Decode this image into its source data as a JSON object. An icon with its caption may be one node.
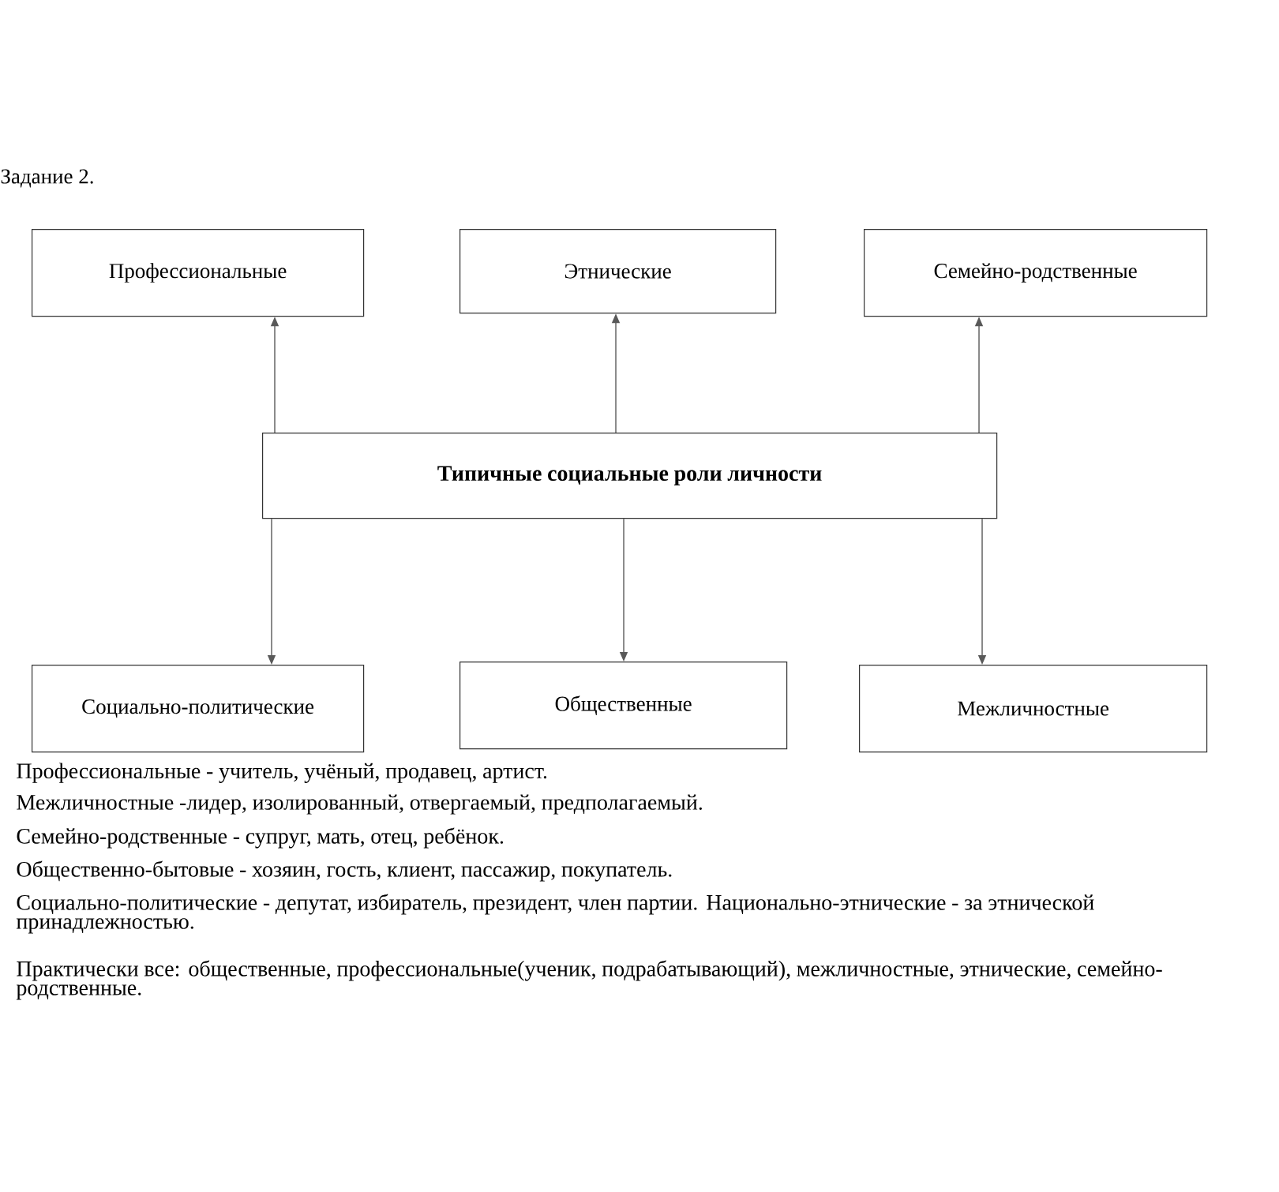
{
  "diagram": {
    "nodes": [
      {
        "text": [
          "Профессиональные"
        ]
      },
      {
        "text": [
          "Этнические"
        ]
      },
      {
        "text": [
          "Семейно-родственные"
        ]
      },
      {
        "text": [
          "Типичные социальные роли личности"
        ]
      },
      {
        "text": [
          "Социально-политические"
        ]
      },
      {
        "text": [
          "Общественные"
        ]
      },
      {
        "text": [
          "Межличностные"
        ]
      }
    ],
    "edges": [
      {
        "from": 3,
        "to": 0,
        "arrow": "to"
      },
      {
        "from": 3,
        "to": 1,
        "arrow": "to"
      },
      {
        "from": 3,
        "to": 2,
        "arrow": "to"
      },
      {
        "from": 3,
        "to": 4,
        "arrow": "to"
      },
      {
        "from": 3,
        "to": 5,
        "arrow": "to"
      },
      {
        "from": 3,
        "to": 6,
        "arrow": "to"
      }
    ],
    "labels": [
      "Задание 2.",
      "Профессиональные - учитель, учёный, продавец, артист.",
      "Межличностные -лидер, изолированный, отвергаемый, предполагаемый.",
      "Семейно-родственные - супруг, мать, отец, ребёнок.",
      "Общественно-бытовые - хозяин, гость, клиент, пассажир, покупатель.",
      "Социально-политические - депутат, избиратель, президент, член партии. Национально-этнические - за этнической принадлежностью.",
      "Практически все: общественные, профессиональные(ученик, подрабатывающий), межличностные, этнические, семейно-родственные."
    ]
  }
}
